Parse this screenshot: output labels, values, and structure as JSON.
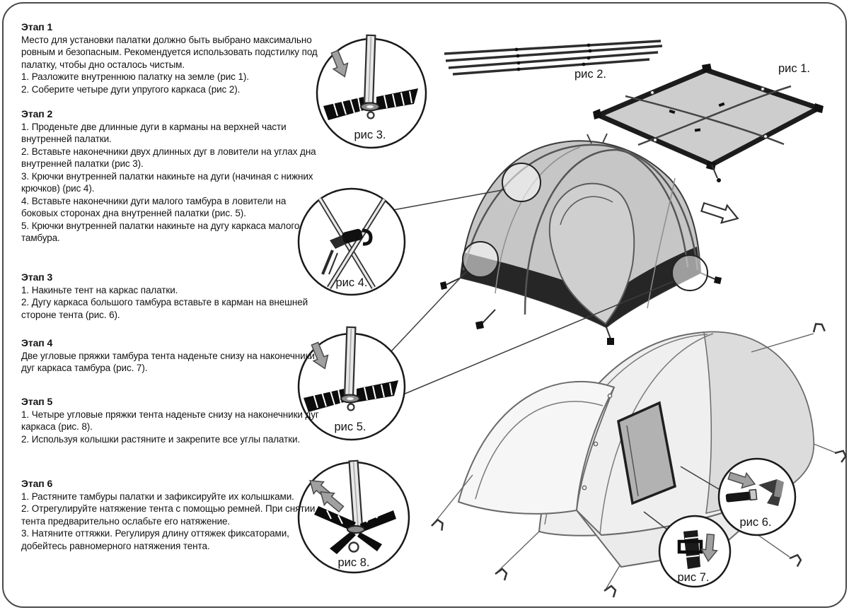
{
  "colors": {
    "ink": "#121212",
    "frame": "#4a4a4a",
    "tent_gray": "#c6c6c6",
    "dark_band": "#262626"
  },
  "steps": [
    {
      "title": "Этап 1",
      "lines": [
        "Место для установки палатки должно быть выбрано максимально ровным и безопасным. Рекомендуется использовать подстилку под палатку, чтобы дно осталось чистым.",
        "1. Разложите внутреннюю палатку на земле (рис 1).",
        "2. Соберите четыре дуги упругого каркаса (рис 2)."
      ]
    },
    {
      "title": "Этап 2",
      "lines": [
        "1. Проденьте две длинные дуги в карманы на верхней части внутренней палатки.",
        "2. Вставьте наконечники двух длинных дуг в ловители на углах дна внутренней палатки (рис 3).",
        "3. Крючки внутренней палатки накиньте на дуги (начиная с нижних крючков) (рис 4).",
        "4. Вставьте наконечники дуги малого тамбура в ловители на боковых сторонах дна внутренней палатки (рис. 5).",
        "5. Крючки внутренней палатки накиньте на дугу каркаса малого тамбура."
      ]
    },
    {
      "title": "Этап 3",
      "lines": [
        "1. Накиньте тент на каркас палатки.",
        "2. Дугу каркаса большого тамбура вставьте в карман на внешней стороне тента (рис. 6)."
      ]
    },
    {
      "title": "Этап 4",
      "lines": [
        "Две угловые пряжки тамбура тента наденьте снизу на наконечники дуг каркаса тамбура (рис. 7)."
      ]
    },
    {
      "title": "Этап 5",
      "lines": [
        "1. Четыре угловые пряжки тента наденьте снизу на наконечники дуг каркаса (рис. 8).",
        "2. Используя колышки растяните и закрепите все углы палатки."
      ]
    },
    {
      "title": "Этап 6",
      "lines": [
        "1.  Растяните тамбуры палатки и зафиксируйте их колышками.",
        "2. Отрегулируйте натяжение тента с помощью ремней. При снятии тента предварительно ослабьте его натяжение.",
        "3. Натяните оттяжки. Регулируя длину оттяжек фиксаторами, добейтесь равномерного натяжения тента."
      ]
    }
  ],
  "figures": {
    "fig1": "рис 1.",
    "fig2": "рис 2.",
    "fig3": "рис 3.",
    "fig4": "рис 4.",
    "fig5": "рис 5.",
    "fig6": "рис 6.",
    "fig7": "рис 7.",
    "fig8": "рис 8."
  }
}
